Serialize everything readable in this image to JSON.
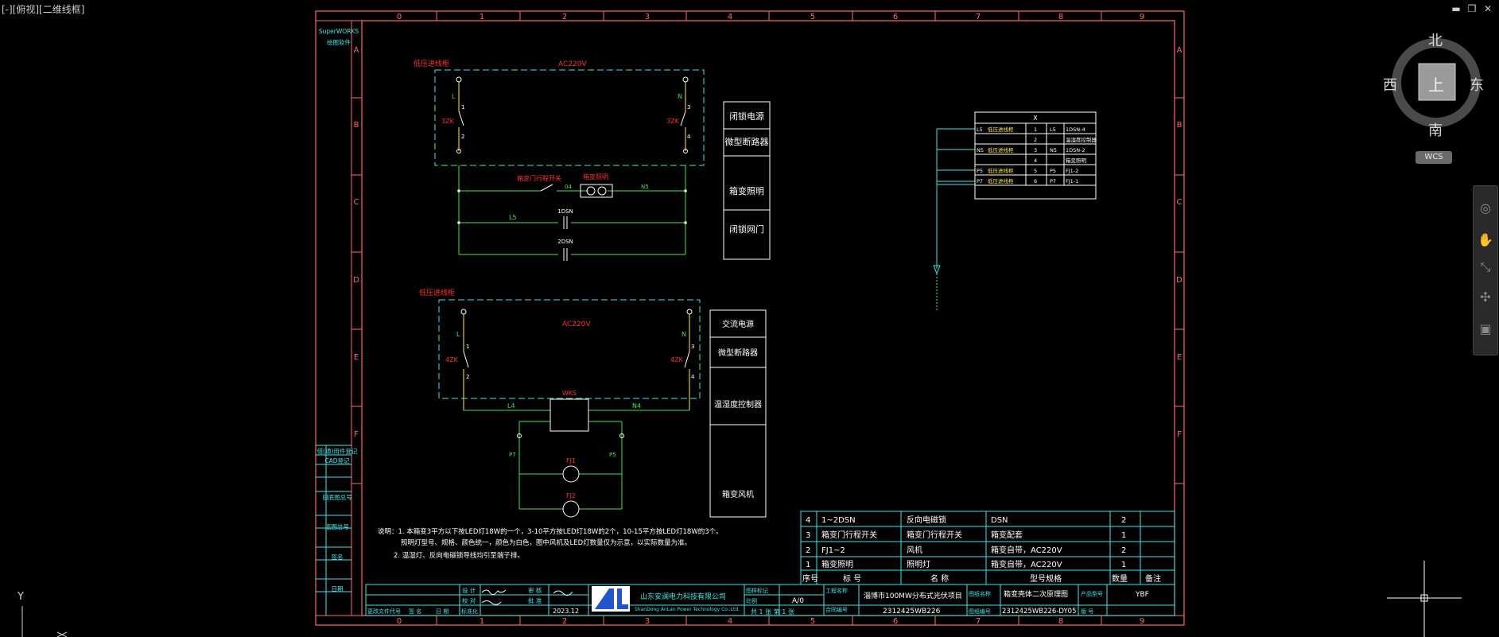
{
  "viewport_label": "[-][俯视][二维线框]",
  "window_controls": {
    "minimize": "▬",
    "restore": "❐",
    "close": "✕"
  },
  "viewcube": {
    "north": "北",
    "south": "南",
    "east": "东",
    "west": "西",
    "face": "上",
    "wcs": "WCS"
  },
  "frame": {
    "col_labels": [
      "0",
      "1",
      "2",
      "3",
      "4",
      "5",
      "6",
      "7",
      "8",
      "9"
    ],
    "row_labels": [
      "A",
      "B",
      "C",
      "D",
      "E",
      "F"
    ]
  },
  "logo_text": [
    "SuperWORKS",
    "绘图软件"
  ],
  "left_strip": [
    "借(通)用件登记",
    "CAD登记",
    "旧底图总号",
    "底图总号",
    "签名",
    "日期"
  ],
  "circuit1": {
    "panel": "低压进线柜",
    "voltage": "AC220V",
    "L": "L",
    "N": "N",
    "breaker_left": "3ZK",
    "breaker_right": "3ZK",
    "t1": "1",
    "t2": "2",
    "t3": "3",
    "t4": "4",
    "door_switch": "箱变门行程开关",
    "lamp": "箱变照明",
    "n4": "04",
    "n5": "N5",
    "l5": "L5",
    "dsn1": "1DSN",
    "dsn2": "2DSN",
    "labels": [
      "闭锁电源",
      "微型断路器",
      "箱变照明",
      "闭锁网门"
    ]
  },
  "circuit2": {
    "panel": "低压进线柜",
    "voltage": "AC220V",
    "L": "L",
    "N": "N",
    "breaker_left": "4ZK",
    "breaker_right": "4ZK",
    "t1": "1",
    "t2": "2",
    "t3": "3",
    "t4": "4",
    "controller": "WKS",
    "l4": "L4",
    "n4": "N4",
    "p7": "P7",
    "p5": "P5",
    "fan1": "FJ1",
    "fan2": "FJ2",
    "labels": [
      "交流电源",
      "微型断路器",
      "温湿度控制器",
      "箱变风机"
    ]
  },
  "terminal": {
    "title": "X",
    "rows": [
      [
        "L5",
        "低压进线柜",
        "1",
        "L5",
        "1DSN-4"
      ],
      [
        "",
        "",
        "2",
        "",
        "温湿度控制器"
      ],
      [
        "N5",
        "低压进线柜",
        "3",
        "N5",
        "1DSN-2"
      ],
      [
        "",
        "",
        "4",
        "",
        "箱变照明"
      ],
      [
        "P5",
        "低压进线柜",
        "5",
        "P5",
        "FJ1-2"
      ],
      [
        "P7",
        "低压进线柜",
        "6",
        "P7",
        "FJ1-1"
      ]
    ]
  },
  "notes": [
    "说明：1. 本箱变3平方以下按LED灯18W的一个，3-10平方按LED灯18W的2个，10-15平方按LED灯18W的3个。",
    "照明灯型号、规格、颜色统一，颜色为白色，图中风机及LED灯数量仅为示意，以实际数量为准。",
    "2. 温湿灯、反向电磁锁导线均引至端子排。"
  ],
  "bom": {
    "rows": [
      [
        "4",
        "1~2DSN",
        "反向电磁锁",
        "DSN",
        "2",
        ""
      ],
      [
        "3",
        "箱变门行程开关",
        "箱变门行程开关",
        "箱变配套",
        "1",
        ""
      ],
      [
        "2",
        "FJ1~2",
        "风机",
        "箱变自带，AC220V",
        "2",
        ""
      ],
      [
        "1",
        "箱变照明",
        "照明灯",
        "箱变自带，AC220V",
        "1",
        ""
      ]
    ],
    "header": [
      "序号",
      "标 号",
      "名 称",
      "型号规格",
      "数量",
      "备注"
    ]
  },
  "title_block": {
    "company": "山东安澜电力科技有限公司",
    "company_en": "ShanDong AnLan Power Technology Co.,Ltd.",
    "project_label": "工程名称",
    "project": "淄博市100MW分布式光伏项目",
    "contract_label": "合同编号",
    "contract": "2312425WB226",
    "drawing_name_label": "图纸名称",
    "drawing_name": "箱变壳体二次原理图",
    "drawing_no_label": "图纸编号",
    "drawing_no": "2312425WB226-DY05",
    "product_label": "产品型号",
    "product": "YBF",
    "version_label": "版 号",
    "roles": [
      "设 计",
      "校 对",
      "审 核",
      "批 准"
    ],
    "date": "2023.12",
    "stage_label": "图样标记",
    "stage": "A/0",
    "scale_label": "比例",
    "sheet": "共 1 张   第 1 张",
    "sheet_total_label": "共",
    "change_labels": [
      "更改文件代号",
      "签 名",
      "日 期",
      "标准化"
    ]
  }
}
